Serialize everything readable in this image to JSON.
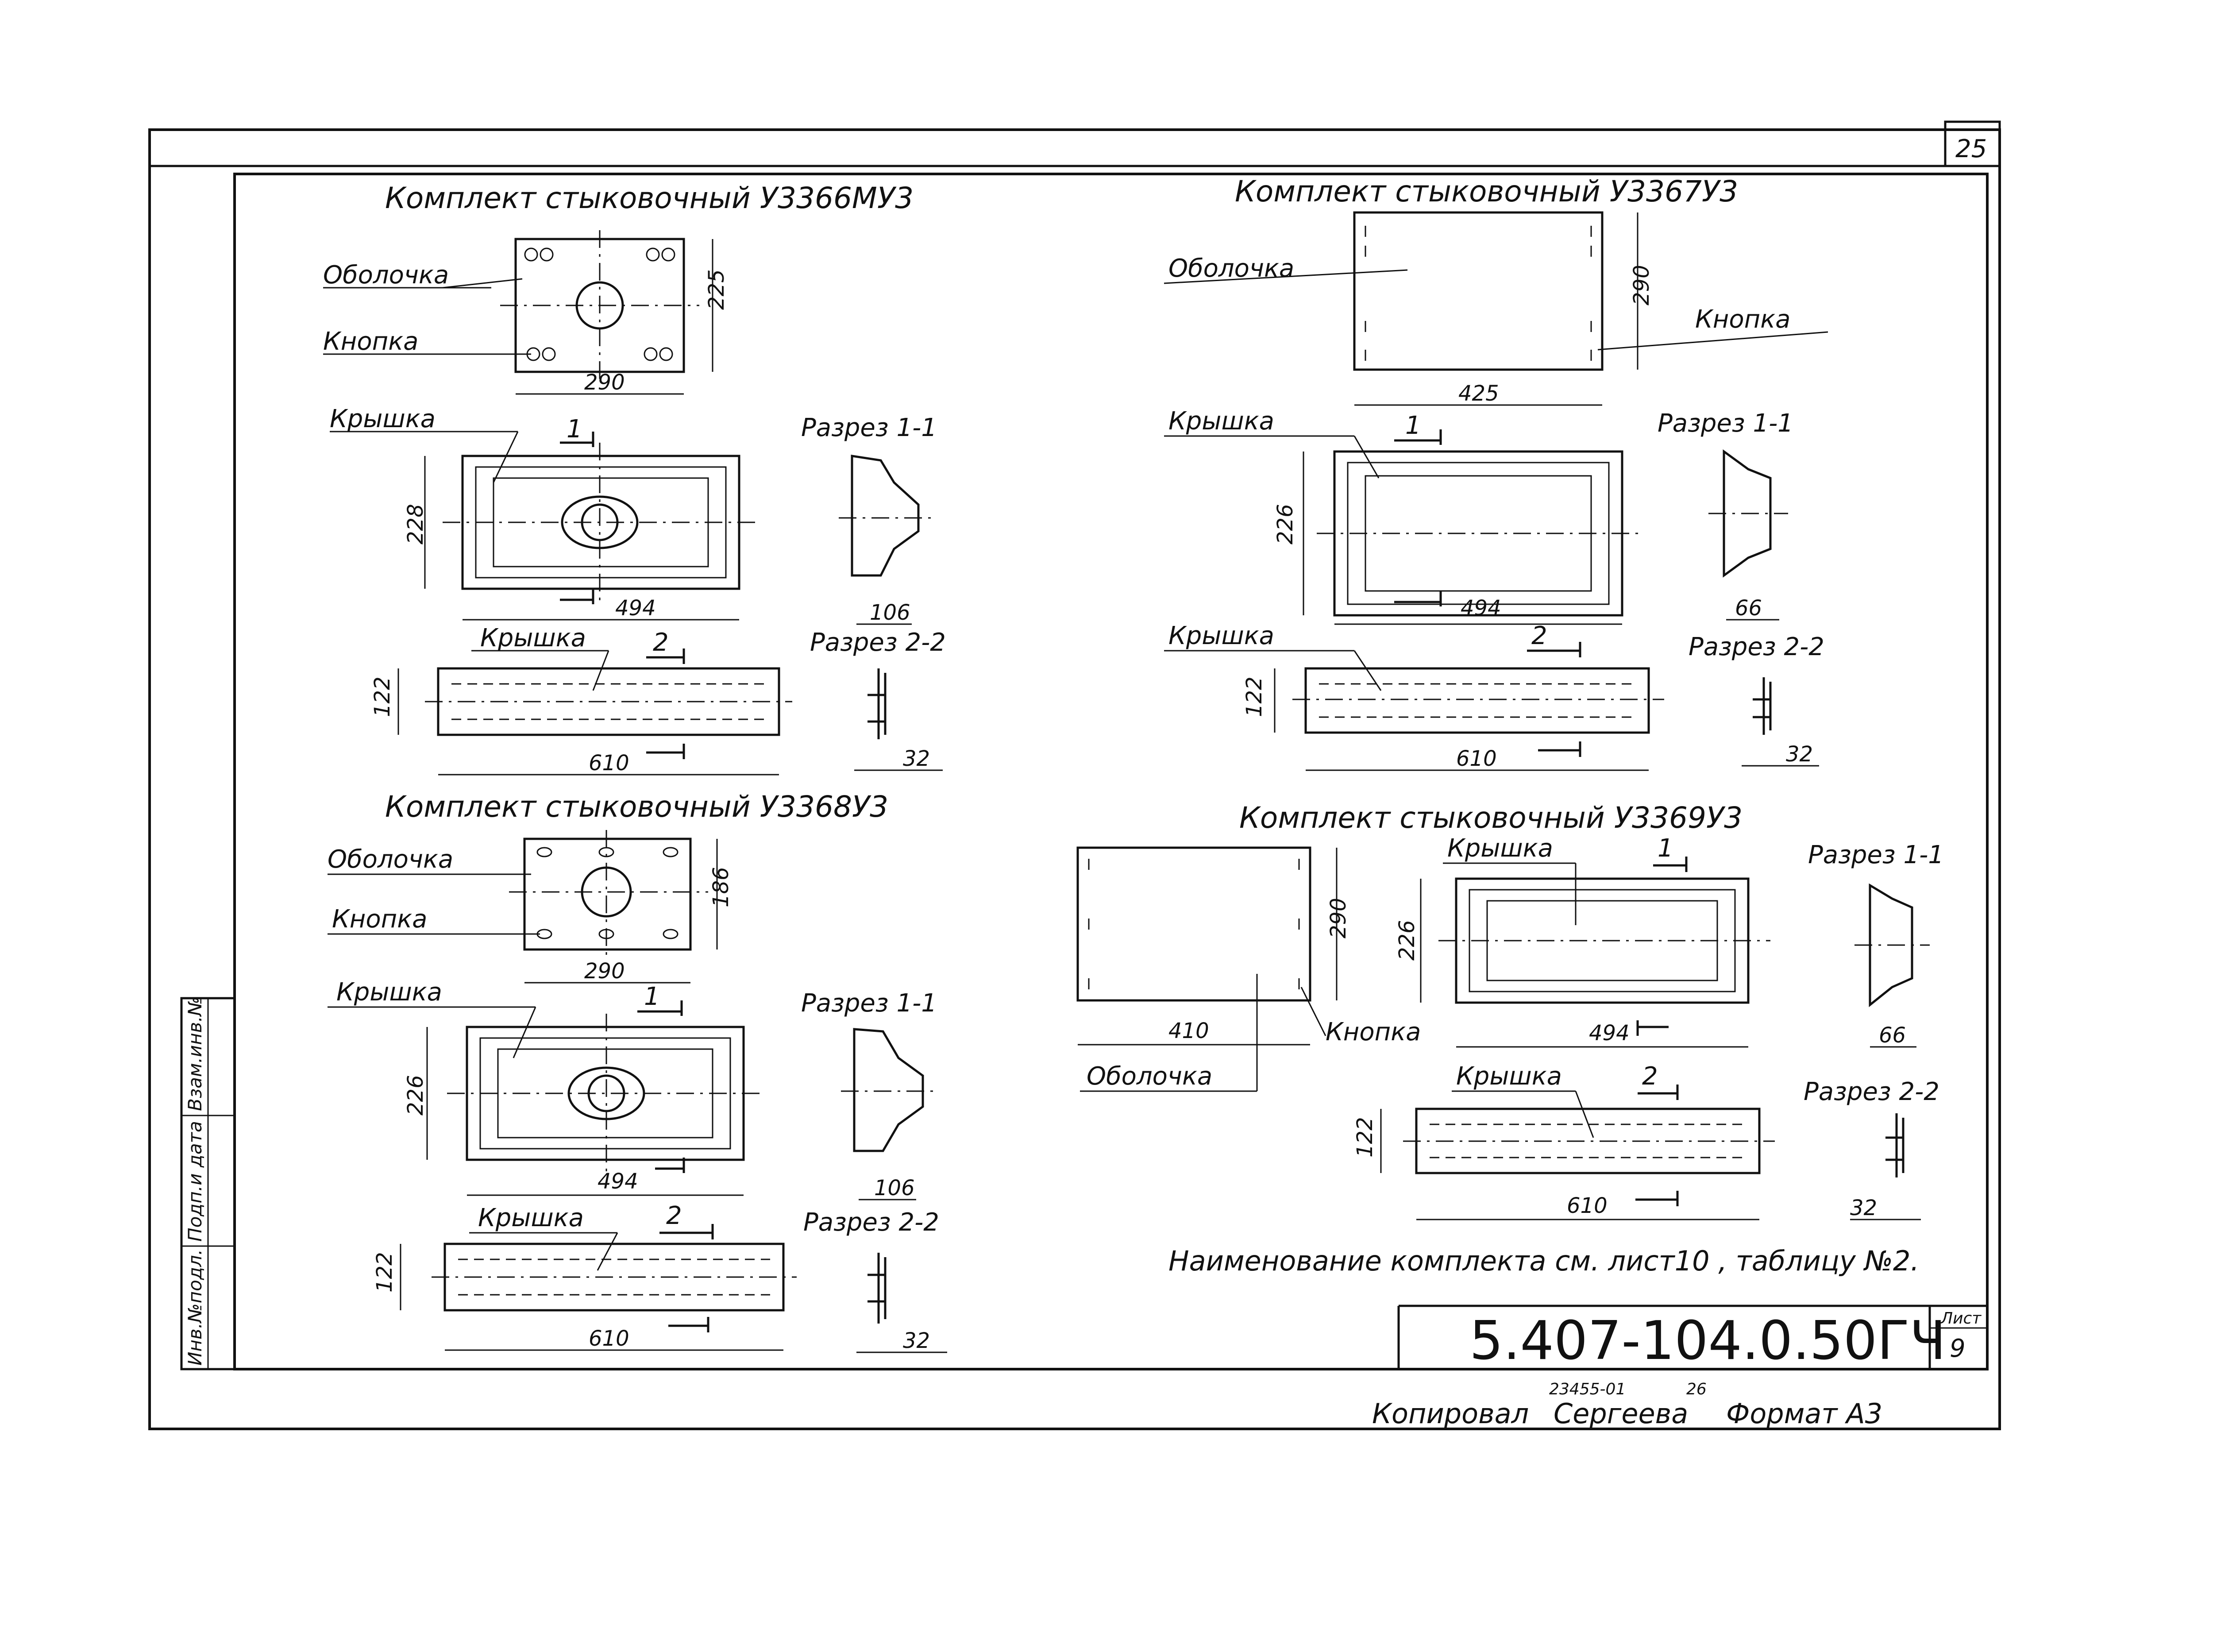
{
  "sheet_number": "25",
  "sets": [
    {
      "title": "Комплект стыковочный У3366МУ3",
      "shell_label": "Оболочка",
      "button_label": "Кнопка",
      "cover_label": "Крышка",
      "cover2_label": "Крышка",
      "plan_w": "290",
      "plan_h": "225",
      "cover_w": "494",
      "cover_h": "228",
      "strip_w": "610",
      "strip_h": "122",
      "sec11_label": "Разрез 1-1",
      "sec11_dim": "106",
      "sec22_label": "Разрез 2-2",
      "sec22_dim": "32",
      "mark1": "1",
      "mark2": "2"
    },
    {
      "title": "Комплект стыковочный У3367У3",
      "shell_label": "Оболочка",
      "button_label": "Кнопка",
      "cover_label": "Крышка",
      "cover2_label": "Крышка",
      "plan_w": "425",
      "plan_h": "290",
      "cover_w": "494",
      "cover_h": "226",
      "strip_w": "610",
      "strip_h": "122",
      "sec11_label": "Разрез 1-1",
      "sec11_dim": "66",
      "sec22_label": "Разрез 2-2",
      "sec22_dim": "32",
      "mark1": "1",
      "mark2": "2"
    },
    {
      "title": "Комплект стыковочный У3368У3",
      "shell_label": "Оболочка",
      "button_label": "Кнопка",
      "cover_label": "Крышка",
      "cover2_label": "Крышка",
      "plan_w": "290",
      "plan_h": "186",
      "cover_w": "494",
      "cover_h": "226",
      "strip_w": "610",
      "strip_h": "122",
      "sec11_label": "Разрез 1-1",
      "sec11_dim": "106",
      "sec22_label": "Разрез 2-2",
      "sec22_dim": "32",
      "mark1": "1",
      "mark2": "2"
    },
    {
      "title": "Комплект стыковочный У3369У3",
      "shell_label": "Оболочка",
      "button_label": "Кнопка",
      "cover_label": "Крышка",
      "cover2_label": "Крышка",
      "plan_w": "410",
      "plan_h": "290",
      "cover_w": "494",
      "cover_h": "226",
      "strip_w": "610",
      "strip_h": "122",
      "sec11_label": "Разрез 1-1",
      "sec11_dim": "66",
      "sec22_label": "Разрез 2-2",
      "sec22_dim": "32",
      "mark1": "1",
      "mark2": "2"
    }
  ],
  "note": "Наименование комплекта см. лист10 , таблицу №2.",
  "stamp": {
    "code": "5.407-104.0.50ГЧ",
    "sheet_label": "Лист",
    "sheet_value": "9"
  },
  "side_stamp": [
    "Инв.№подл.",
    "Подп.и дата",
    "Взам.инв.№"
  ],
  "footer": {
    "inv": "23455-01",
    "page": "26",
    "copied_by": "Копировал",
    "name": "Сергеева",
    "format": "Формат А3"
  }
}
